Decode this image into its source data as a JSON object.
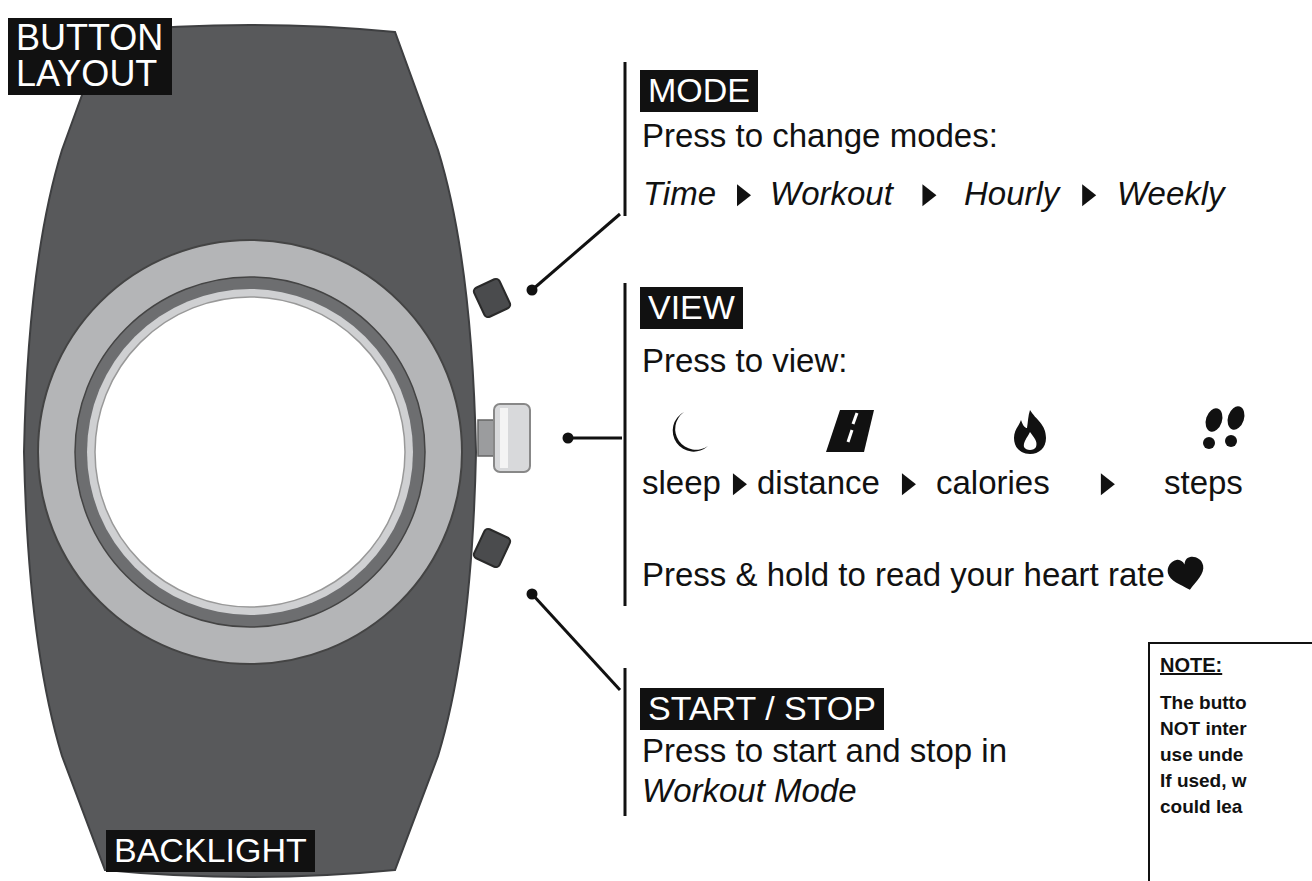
{
  "diagram": {
    "nodes": [
      {
        "text": [
          "BUTTON LAYOUT"
        ]
      },
      {
        "text": [
          "MODE"
        ]
      },
      {
        "text": [
          "VIEW"
        ]
      },
      {
        "text": [
          "START / STOP"
        ]
      },
      {
        "text": [
          "NOTE:",
          "The butto",
          "NOT inter",
          "use unde",
          "If used, w",
          "could lea"
        ]
      },
      {
        "text": [
          "BACKLIGHT"
        ]
      }
    ],
    "labels": [
      "Press to change modes:",
      "Time",
      "Workout",
      "Hourly",
      "Weekly",
      "Press to view:",
      "sleep",
      "distance",
      "calories",
      "steps",
      "Press & hold to read your heart rate",
      "Press to start and stop in",
      "Workout Mode"
    ]
  }
}
